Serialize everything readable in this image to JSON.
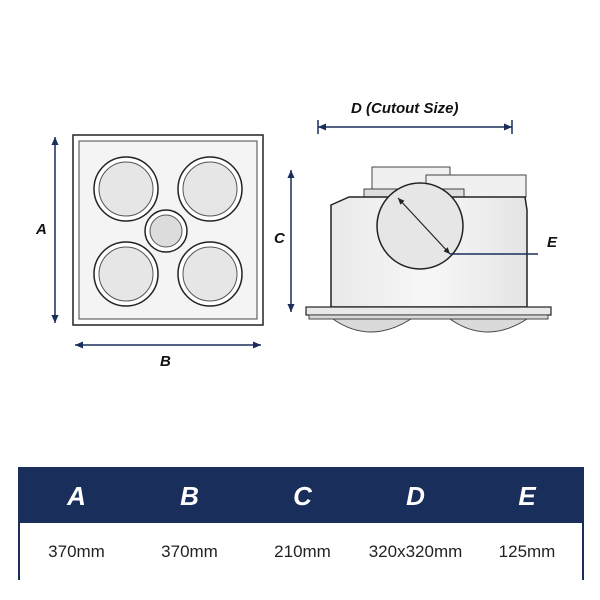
{
  "labels": {
    "a": "A",
    "b": "B",
    "c": "C",
    "d": "D (Cutout Size)",
    "e": "E"
  },
  "colors": {
    "dimension_line": "#1a2e5c",
    "table_header": "#1a2e5c",
    "outline": "#222222"
  },
  "table": {
    "headers": [
      "A",
      "B",
      "C",
      "D",
      "E"
    ],
    "values": [
      "370mm",
      "370mm",
      "210mm",
      "320x320mm",
      "125mm"
    ]
  }
}
